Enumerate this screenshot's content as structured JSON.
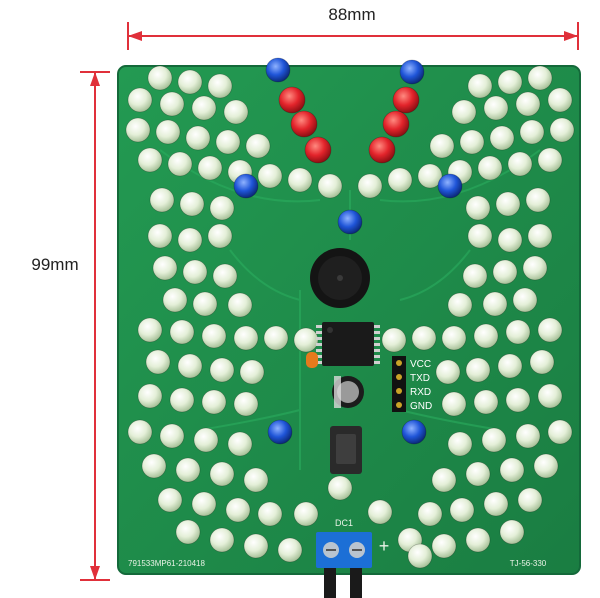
{
  "dimensions": {
    "width_label": "88mm",
    "height_label": "99mm"
  },
  "board": {
    "header_pins": [
      "VCC",
      "TXD",
      "RXD",
      "GND"
    ],
    "power_connector_label": "DC1",
    "plus_sign": "+",
    "footer_left_text": "791533MP61-210418",
    "footer_right_text": "TJ-56-330"
  },
  "colors": {
    "pcb_green": "#1f8a4a",
    "led_white": "#e6f0dc",
    "led_red": "#e3242b",
    "led_blue": "#1f55d8",
    "dimension_line": "#e0303a",
    "terminal_blue": "#1c6fd6"
  }
}
